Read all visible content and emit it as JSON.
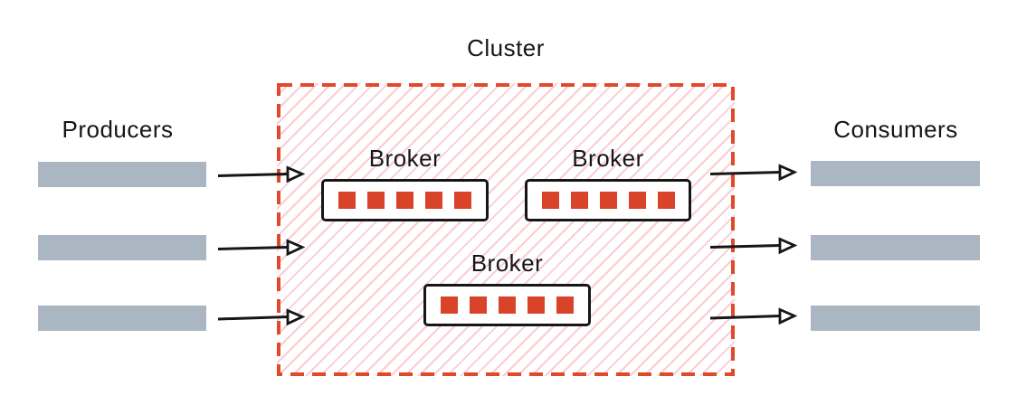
{
  "diagram": {
    "title": "Cluster",
    "producers": {
      "label": "Producers",
      "bar_count": 3
    },
    "consumers": {
      "label": "Consumers",
      "bar_count": 3
    },
    "cluster": {
      "label": "Cluster",
      "brokers": [
        {
          "label": "Broker",
          "partition_count": 5
        },
        {
          "label": "Broker",
          "partition_count": 5
        },
        {
          "label": "Broker",
          "partition_count": 5
        }
      ]
    },
    "arrows": {
      "producer_to_cluster": 3,
      "cluster_to_consumer": 3
    }
  },
  "colors": {
    "accent_red": "#d8432a",
    "border_red": "#e2492a",
    "hatch_pink": "#f9cdd3",
    "bar_gray": "#aab7c3",
    "ink": "#161616"
  }
}
